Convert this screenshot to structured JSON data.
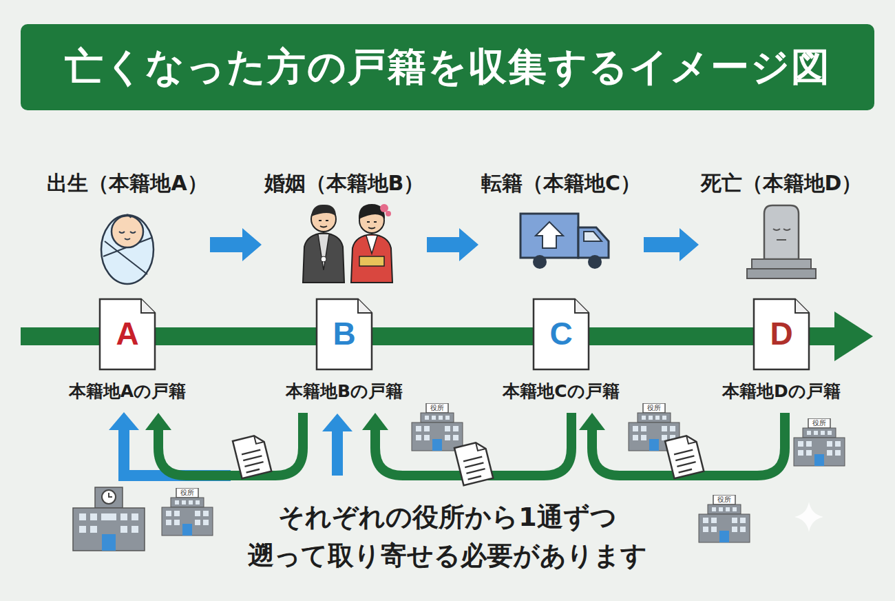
{
  "diagram": {
    "title": "亡くなった方の戸籍を収集するイメージ図",
    "caption": "それぞれの役所から1通ずつ 遡って取り寄せる必要があります",
    "nodes": [
      {
        "text": [
          "出生（本籍地A）"
        ]
      },
      {
        "text": [
          "婚姻（本籍地B）"
        ]
      },
      {
        "text": [
          "転籍（本籍地C）"
        ]
      },
      {
        "text": [
          "死亡（本籍地D）"
        ]
      },
      {
        "text": [
          "A",
          "本籍地Aの戸籍"
        ]
      },
      {
        "text": [
          "B",
          "本籍地Bの戸籍"
        ]
      },
      {
        "text": [
          "C",
          "本籍地Cの戸籍"
        ]
      },
      {
        "text": [
          "D",
          "本籍地Dの戸籍"
        ]
      }
    ],
    "edges": [
      {
        "from": 0,
        "to": 1,
        "arrow": "to"
      },
      {
        "from": 1,
        "to": 2,
        "arrow": "to"
      },
      {
        "from": 2,
        "to": 3,
        "arrow": "to"
      },
      {
        "from": 7,
        "to": 6,
        "arrow": "to"
      },
      {
        "from": 6,
        "to": 5,
        "arrow": "to"
      },
      {
        "from": 5,
        "to": 4,
        "arrow": "to"
      }
    ],
    "labels": [
      "役所",
      "役所",
      "役所",
      "役所",
      "役所"
    ]
  }
}
